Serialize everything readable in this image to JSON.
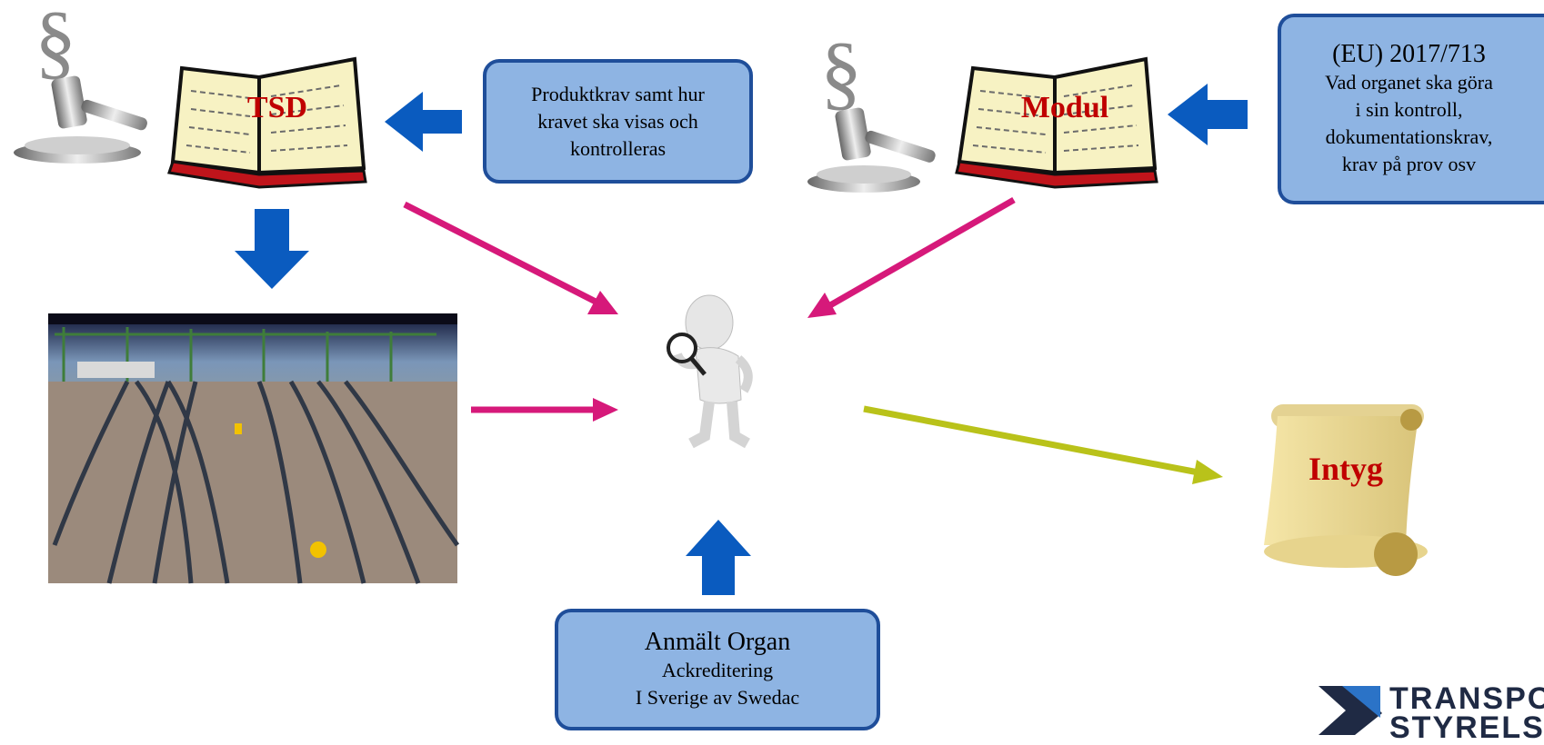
{
  "books": {
    "tsd_label": "TSD",
    "modul_label": "Modul"
  },
  "boxes": {
    "produktkrav": {
      "lines": [
        "Produktkrav samt hur",
        "kravet ska visas och",
        "kontrolleras"
      ]
    },
    "eu": {
      "title": "(EU) 2017/713",
      "lines": [
        "Vad organet ska göra",
        "i sin kontroll,",
        "dokumentationskrav,",
        "krav på prov osv"
      ]
    },
    "organ": {
      "title": "Anmält Organ",
      "lines": [
        "Ackreditering",
        "I Sverige av Swedac"
      ]
    }
  },
  "scroll": {
    "label": "Intyg"
  },
  "logo": {
    "line1": "TRANSPOR",
    "line2": "STYRELSE"
  },
  "icons": [
    "gavel-icon",
    "book-icon",
    "inspector-figure-icon",
    "scroll-icon",
    "railway-photo",
    "transportstyrelsen-logo"
  ],
  "colors": {
    "blue_arrow": "#0a5bbf",
    "magenta_arrow": "#d6197a",
    "olive_arrow": "#b9c21a",
    "box_fill": "#8eb4e3",
    "box_border": "#1f4e9a",
    "label_red": "#c00000"
  }
}
